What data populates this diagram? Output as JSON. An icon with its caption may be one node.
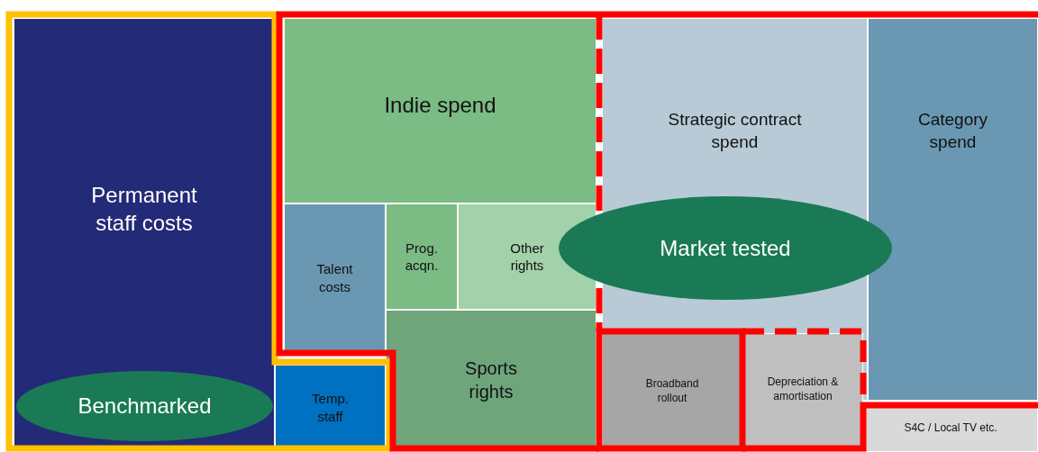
{
  "diagram": {
    "nodes": [
      {
        "text": [
          "Permanent staff costs"
        ]
      },
      {
        "text": [
          "Indie spend"
        ]
      },
      {
        "text": [
          "Strategic contract spend"
        ]
      },
      {
        "text": [
          "Category spend"
        ]
      },
      {
        "text": [
          "Talent costs"
        ]
      },
      {
        "text": [
          "Prog. acqn."
        ]
      },
      {
        "text": [
          "Other rights"
        ]
      },
      {
        "text": [
          "Market tested"
        ]
      },
      {
        "text": [
          "Sports rights"
        ]
      },
      {
        "text": [
          "Broadband rollout"
        ]
      },
      {
        "text": [
          "Depreciation & amortisation"
        ]
      },
      {
        "text": [
          "Benchmarked"
        ],
        "in": 0
      },
      {
        "text": [
          "Temp. staff"
        ]
      },
      {
        "text": [
          "S4C / Local TV etc."
        ]
      }
    ],
    "edges": []
  }
}
